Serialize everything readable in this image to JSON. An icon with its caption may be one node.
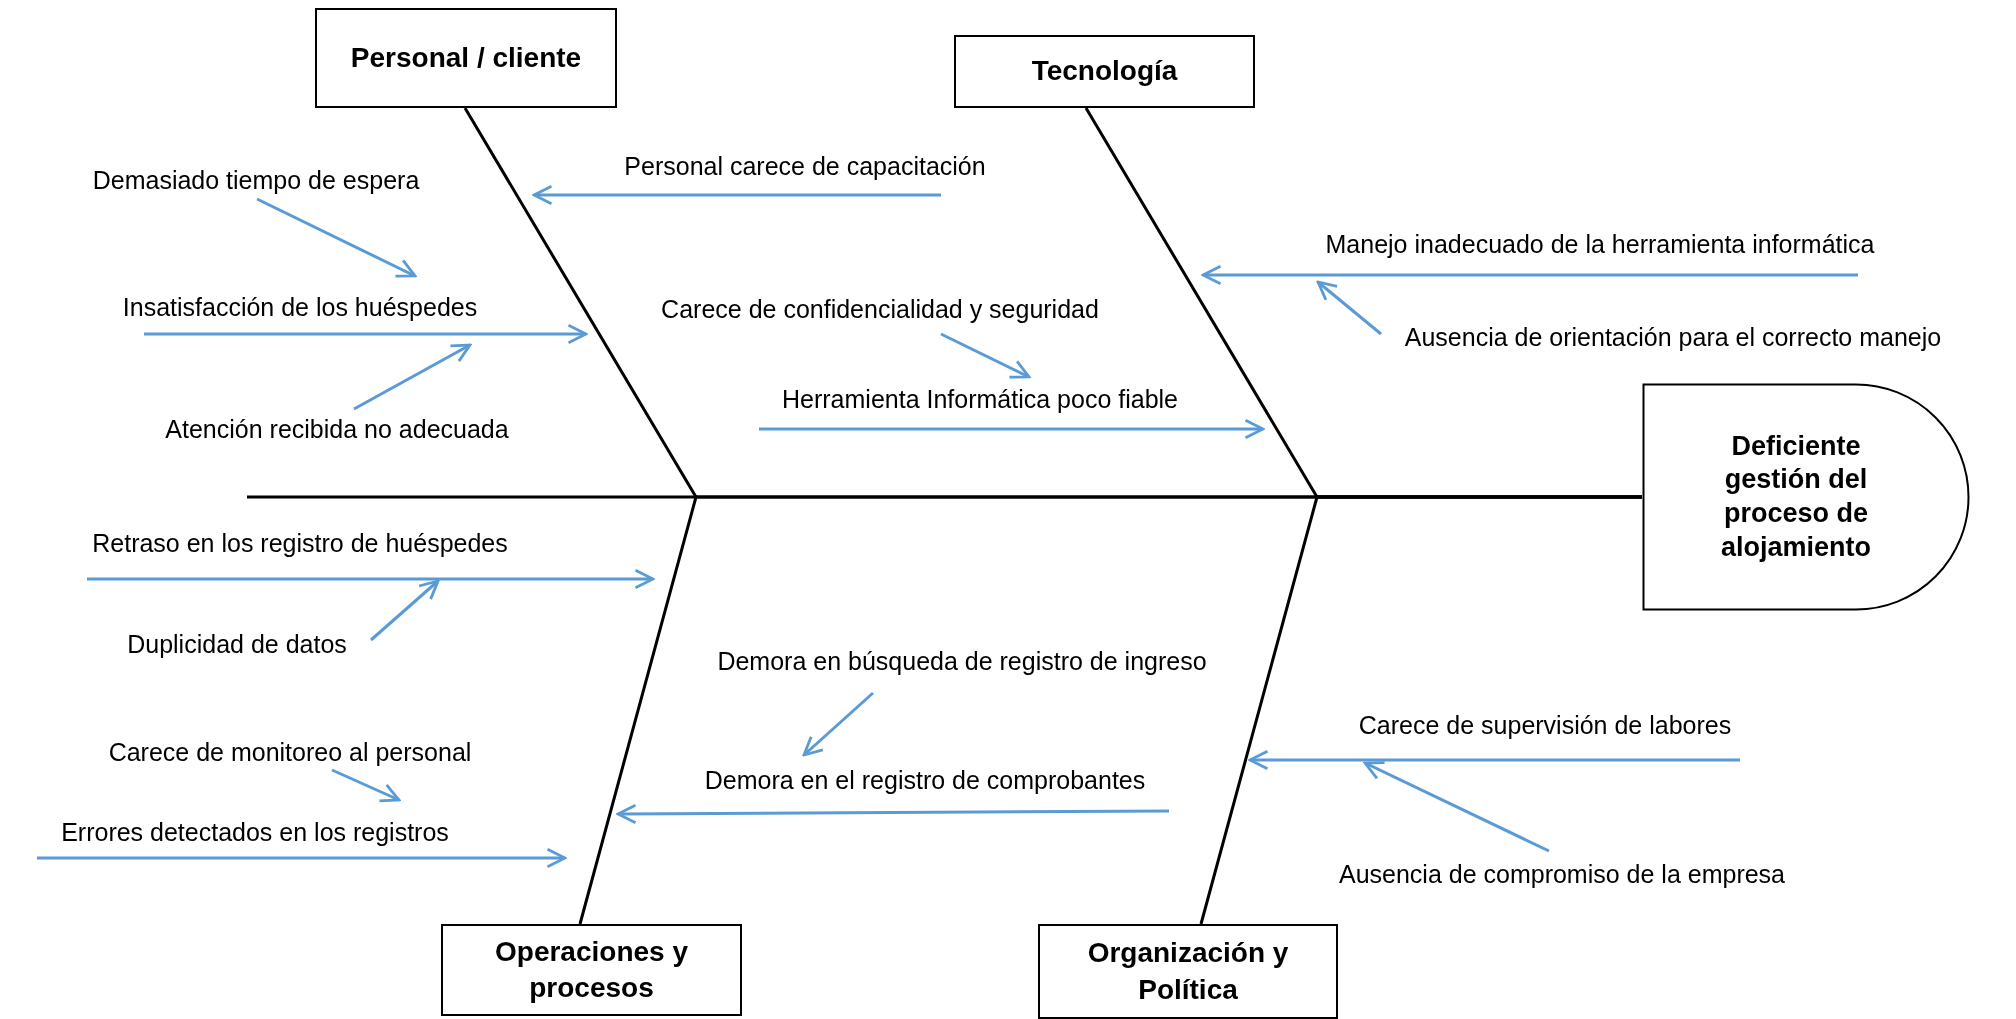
{
  "diagram": {
    "nodes": [
      {
        "text": [
          "Personal / cliente"
        ]
      },
      {
        "text": [
          "Tecnología"
        ]
      },
      {
        "text": [
          "Operaciones y procesos"
        ]
      },
      {
        "text": [
          "Organización y Política"
        ]
      },
      {
        "text": [
          "Deficiente gestión del proceso de alojamiento"
        ]
      },
      {
        "text": [
          "Personal carece de capacitación"
        ]
      },
      {
        "text": [
          "Demasiado tiempo de espera"
        ]
      },
      {
        "text": [
          "Insatisfacción de los huéspedes"
        ]
      },
      {
        "text": [
          "Atención recibida no adecuada"
        ]
      },
      {
        "text": [
          "Manejo inadecuado de la herramienta informática"
        ]
      },
      {
        "text": [
          "Ausencia de orientación para el correcto manejo"
        ]
      },
      {
        "text": [
          "Carece de confidencialidad y seguridad"
        ]
      },
      {
        "text": [
          "Herramienta Informática poco fiable"
        ]
      },
      {
        "text": [
          "Retraso en los registro de huéspedes"
        ]
      },
      {
        "text": [
          "Duplicidad de datos"
        ]
      },
      {
        "text": [
          "Demora en búsqueda de registro de ingreso"
        ]
      },
      {
        "text": [
          "Demora en el registro de comprobantes"
        ]
      },
      {
        "text": [
          "Carece de monitoreo al personal"
        ]
      },
      {
        "text": [
          "Errores detectados en los registros"
        ]
      },
      {
        "text": [
          "Carece de supervisión de labores"
        ]
      },
      {
        "text": [
          "Ausencia de compromiso de la empresa"
        ]
      }
    ],
    "edges": [
      {
        "from": 0,
        "to": 4,
        "arrow": "none",
        "color": "#000000"
      },
      {
        "from": 1,
        "to": 4,
        "arrow": "none",
        "color": "#000000"
      },
      {
        "from": 2,
        "to": 4,
        "arrow": "none",
        "color": "#000000"
      },
      {
        "from": 3,
        "to": 4,
        "arrow": "none",
        "color": "#000000"
      },
      {
        "from": 5,
        "to": null,
        "arrow": "to"
      },
      {
        "from": 6,
        "to": 7,
        "arrow": "to"
      },
      {
        "from": 7,
        "to": null,
        "arrow": "to"
      },
      {
        "from": 8,
        "to": 7,
        "arrow": "to"
      },
      {
        "from": 9,
        "to": null,
        "arrow": "to"
      },
      {
        "from": 10,
        "to": 9,
        "arrow": "to"
      },
      {
        "from": 11,
        "to": 12,
        "arrow": "to"
      },
      {
        "from": 12,
        "to": null,
        "arrow": "to"
      },
      {
        "from": 13,
        "to": null,
        "arrow": "to"
      },
      {
        "from": 14,
        "to": 13,
        "arrow": "to"
      },
      {
        "from": 15,
        "to": 16,
        "arrow": "to"
      },
      {
        "from": 16,
        "to": null,
        "arrow": "to"
      },
      {
        "from": 17,
        "to": 18,
        "arrow": "to"
      },
      {
        "from": 18,
        "to": null,
        "arrow": "to"
      },
      {
        "from": 19,
        "to": null,
        "arrow": "to"
      },
      {
        "from": 20,
        "to": 19,
        "arrow": "to"
      }
    ]
  }
}
